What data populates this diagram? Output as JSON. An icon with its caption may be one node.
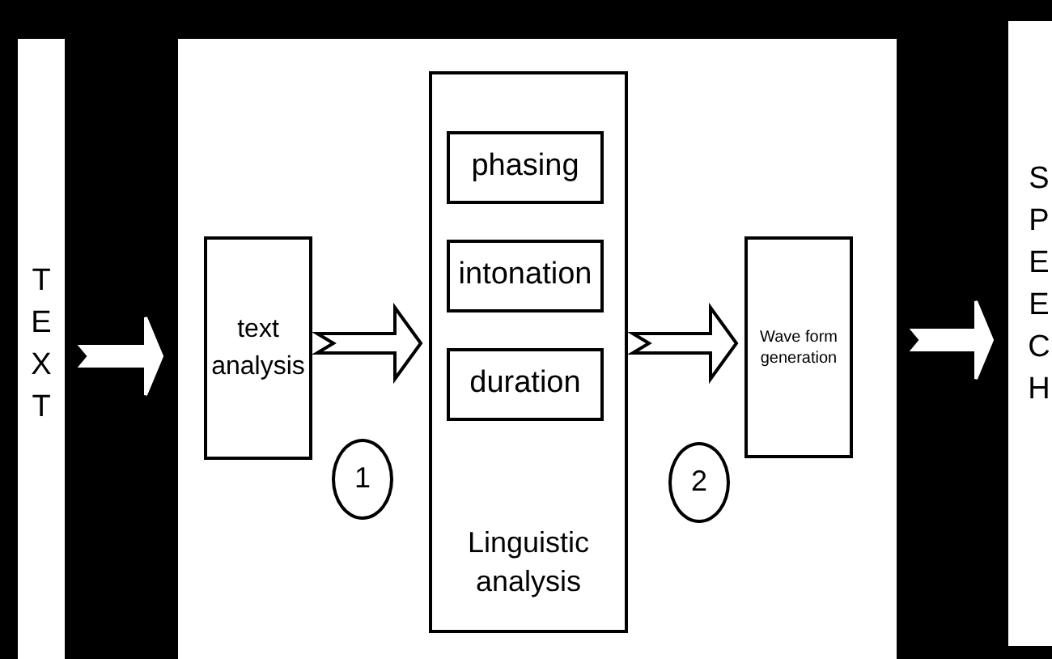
{
  "diagram": {
    "nodes": [
      {
        "text": [
          "TEXT"
        ]
      },
      {
        "text": [],
        "shape": "box"
      },
      {
        "text": [
          "text analysis"
        ],
        "in": 1
      },
      {
        "text": [
          "Linguistic analysis"
        ],
        "in": 1
      },
      {
        "text": [
          "phasing"
        ],
        "in": 3
      },
      {
        "text": [
          "intonation"
        ],
        "in": 3
      },
      {
        "text": [
          "duration"
        ],
        "in": 3
      },
      {
        "text": [
          "1"
        ],
        "in": 1
      },
      {
        "text": [
          "2"
        ],
        "in": 1
      },
      {
        "text": [
          "Wave form generation"
        ],
        "in": 1
      },
      {
        "text": [
          "SPEECH"
        ]
      }
    ],
    "edges": [
      {
        "from": 0,
        "to": 1,
        "arrow": "to",
        "color": "#ffffff"
      },
      {
        "from": 2,
        "to": 3,
        "arrow": "to"
      },
      {
        "from": 3,
        "to": 9,
        "arrow": "to"
      },
      {
        "from": 1,
        "to": 10,
        "arrow": "to",
        "color": "#ffffff"
      }
    ]
  }
}
